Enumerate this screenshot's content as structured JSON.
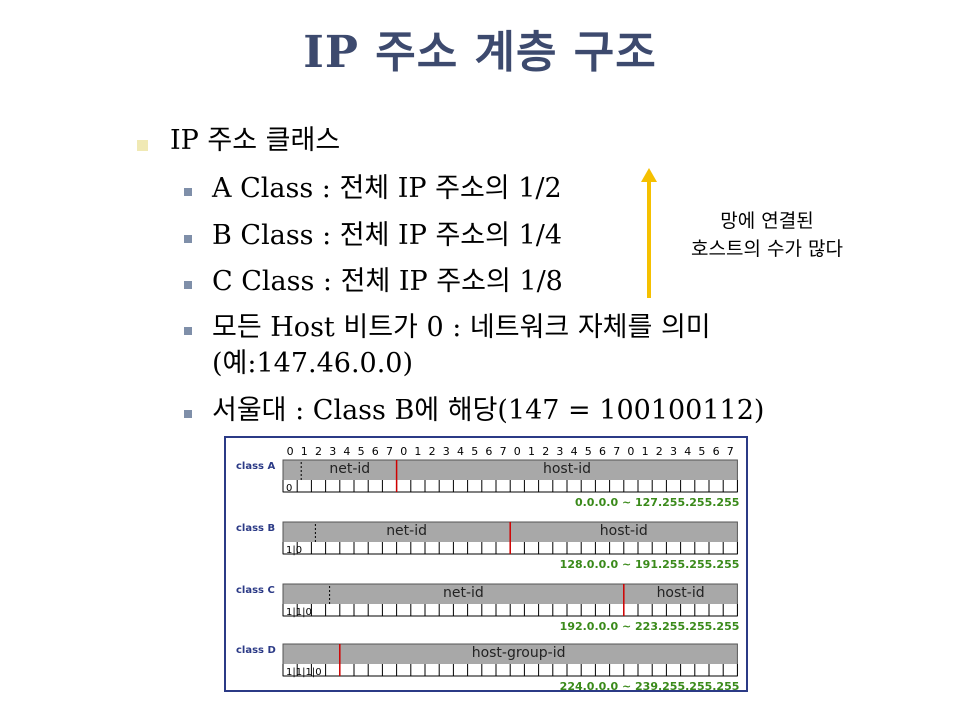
{
  "title": "IP 주소 계층 구조",
  "main_bullet": "IP 주소 클래스",
  "sub_bullets": [
    "A Class : 전체 IP 주소의 1/2",
    "B Class : 전체 IP 주소의 1/4",
    "C Class : 전체 IP 주소의 1/8",
    "모든 Host 비트가 0 : 네트워크 자체를 의미",
    "(예:147.46.0.0)",
    "서울대 : Class B에 해당(147 = 100100112)"
  ],
  "side_note": {
    "line1": "망에 연결된",
    "line2": "호스트의 수가 많다",
    "arrow_color": "#f5c000"
  },
  "diagram": {
    "bit_header": [
      "0",
      "1",
      "2",
      "3",
      "4",
      "5",
      "6",
      "7",
      "0",
      "1",
      "2",
      "3",
      "4",
      "5",
      "6",
      "7",
      "0",
      "1",
      "2",
      "3",
      "4",
      "5",
      "6",
      "7",
      "0",
      "1",
      "2",
      "3",
      "4",
      "5",
      "6",
      "7"
    ],
    "classes": [
      {
        "name": "class A",
        "prefix": "0",
        "field1": "net-id",
        "field2": "host-id",
        "range": "0.0.0.0 ~ 127.255.255.255"
      },
      {
        "name": "class B",
        "prefix": "1|0",
        "field1": "net-id",
        "field2": "host-id",
        "range": "128.0.0.0 ~ 191.255.255.255"
      },
      {
        "name": "class C",
        "prefix": "1|1|0",
        "field1": "net-id",
        "field2": "host-id",
        "range": "192.0.0.0 ~ 223.255.255.255"
      },
      {
        "name": "class D",
        "prefix": "1|1|1|0",
        "field1": "host-group-id",
        "field2": "",
        "range": "224.0.0.0 ~ 239.255.255.255"
      }
    ],
    "colors": {
      "bar": "#a8a8a8",
      "divider": "#d00000",
      "range": "#3a8a1a",
      "label": "#2b3a86",
      "border": "#2b3a86"
    }
  }
}
